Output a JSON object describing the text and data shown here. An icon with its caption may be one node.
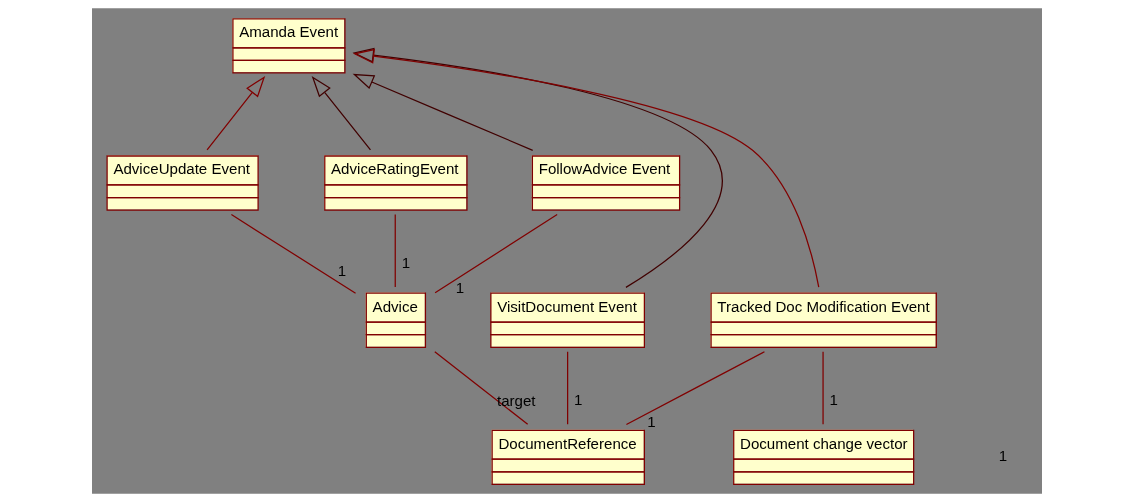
{
  "diagram": {
    "nodes": [
      {
        "text": [
          "Amanda Event"
        ]
      },
      {
        "text": [
          "AdviceUpdate Event"
        ]
      },
      {
        "text": [
          "AdviceRatingEvent"
        ]
      },
      {
        "text": [
          "FollowAdvice Event"
        ]
      },
      {
        "text": [
          "VisitDocument Event"
        ]
      },
      {
        "text": [
          "Tracked Doc Modification Event"
        ]
      },
      {
        "text": [
          "Advice"
        ]
      },
      {
        "text": [
          "DocumentReference"
        ]
      },
      {
        "text": [
          "Document change vector"
        ]
      }
    ],
    "edges": [
      {
        "from": 1,
        "to": 0,
        "arrow": "to",
        "color": "#800000"
      },
      {
        "from": 2,
        "to": 0,
        "arrow": "to",
        "color": "#400000"
      },
      {
        "from": 3,
        "to": 0,
        "arrow": "to",
        "color": "#400000"
      },
      {
        "from": 4,
        "to": 0,
        "arrow": "to",
        "color": "#400000"
      },
      {
        "from": 5,
        "to": 0,
        "arrow": "to",
        "color": "#800000"
      },
      {
        "from": 1,
        "to": 6,
        "arrow": "none",
        "label": "1"
      },
      {
        "from": 2,
        "to": 6,
        "arrow": "none",
        "label": "1"
      },
      {
        "from": 3,
        "to": 6,
        "arrow": "none",
        "label": "1"
      },
      {
        "from": 4,
        "to": 7,
        "arrow": "none",
        "label": "1"
      },
      {
        "from": 5,
        "to": 7,
        "arrow": "none",
        "label": "1"
      },
      {
        "from": 5,
        "to": 8,
        "arrow": "none",
        "label": "1"
      },
      {
        "from": 6,
        "to": 7,
        "arrow": "none",
        "label": "target"
      }
    ],
    "labels": [
      "1"
    ]
  }
}
